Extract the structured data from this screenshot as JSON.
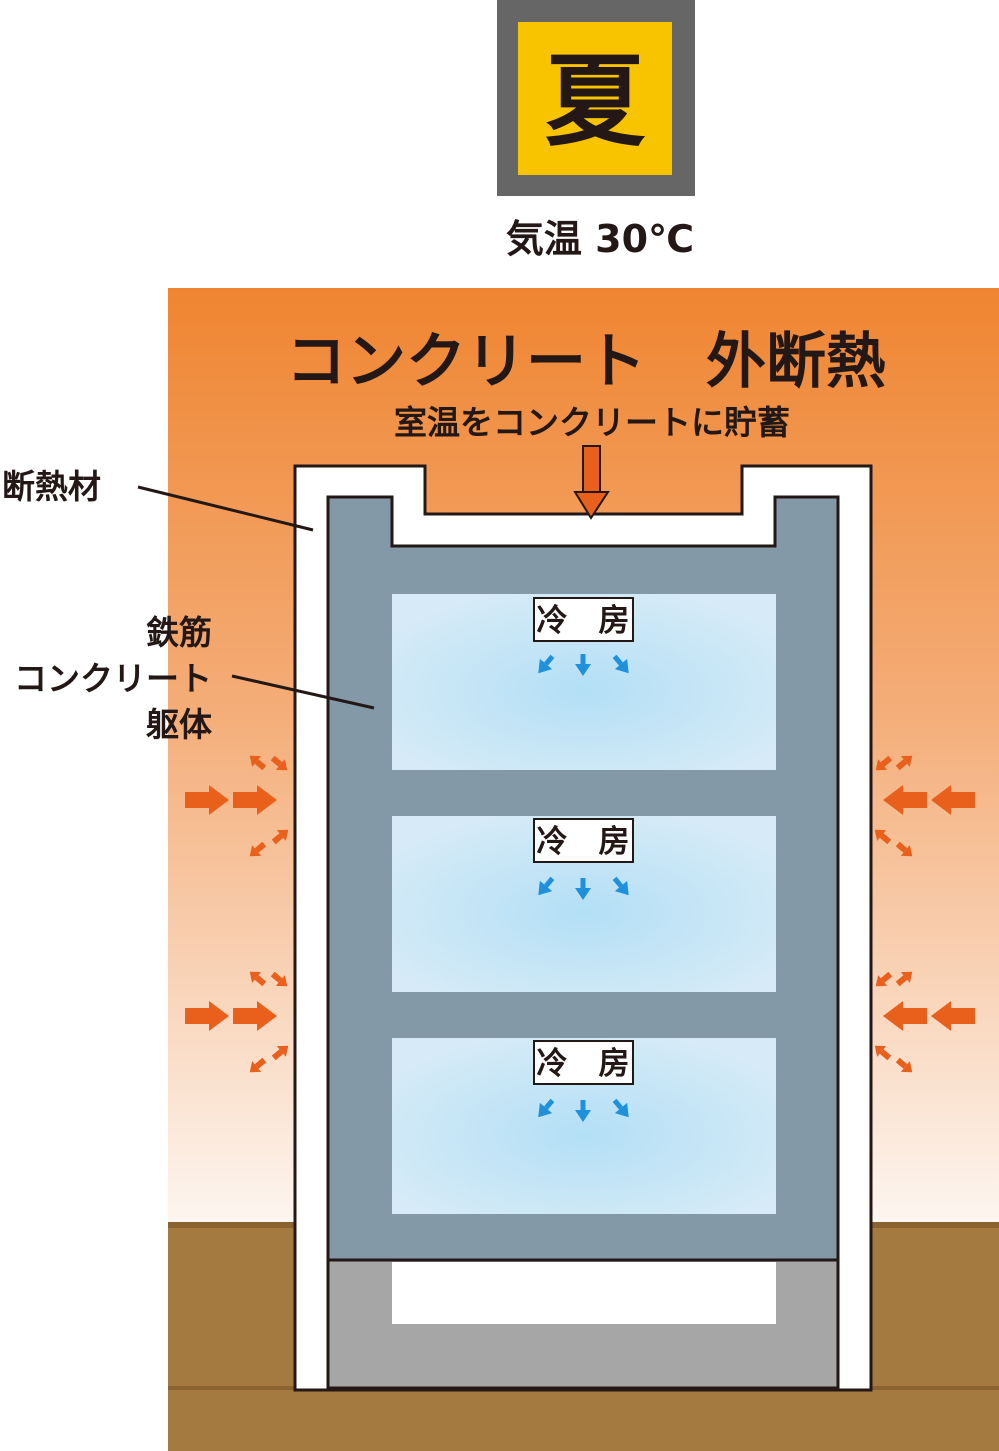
{
  "season": {
    "badge": "夏",
    "temperature_label": "気温 30℃"
  },
  "diagram": {
    "title": "コンクリート　外断熱",
    "subtitle": "室温をコンクリートに貯蓄",
    "callouts": {
      "insulation": "断熱材",
      "structure_line1": "鉄筋",
      "structure_line2": "コンクリート",
      "structure_line3": "躯体"
    },
    "floors": [
      {
        "label": "冷　房"
      },
      {
        "label": "冷　房"
      },
      {
        "label": "冷　房"
      }
    ]
  },
  "colors": {
    "badge_frame": "#666666",
    "badge_fill": "#f8c400",
    "heat_top": "#ef8531",
    "heat_arrow": "#e8601c",
    "ground": "#a47a40",
    "ground_dark": "#8a6330",
    "concrete": "#8499a8",
    "foundation": "#a6a6a6",
    "room_cool": "#d3e9f6",
    "cool_arrow": "#1e90dc",
    "insulation": "#ffffff"
  },
  "icons": [
    "heat-inflow-arrow-icon",
    "cool-air-arrow-icon",
    "heat-storage-arrow-icon"
  ]
}
